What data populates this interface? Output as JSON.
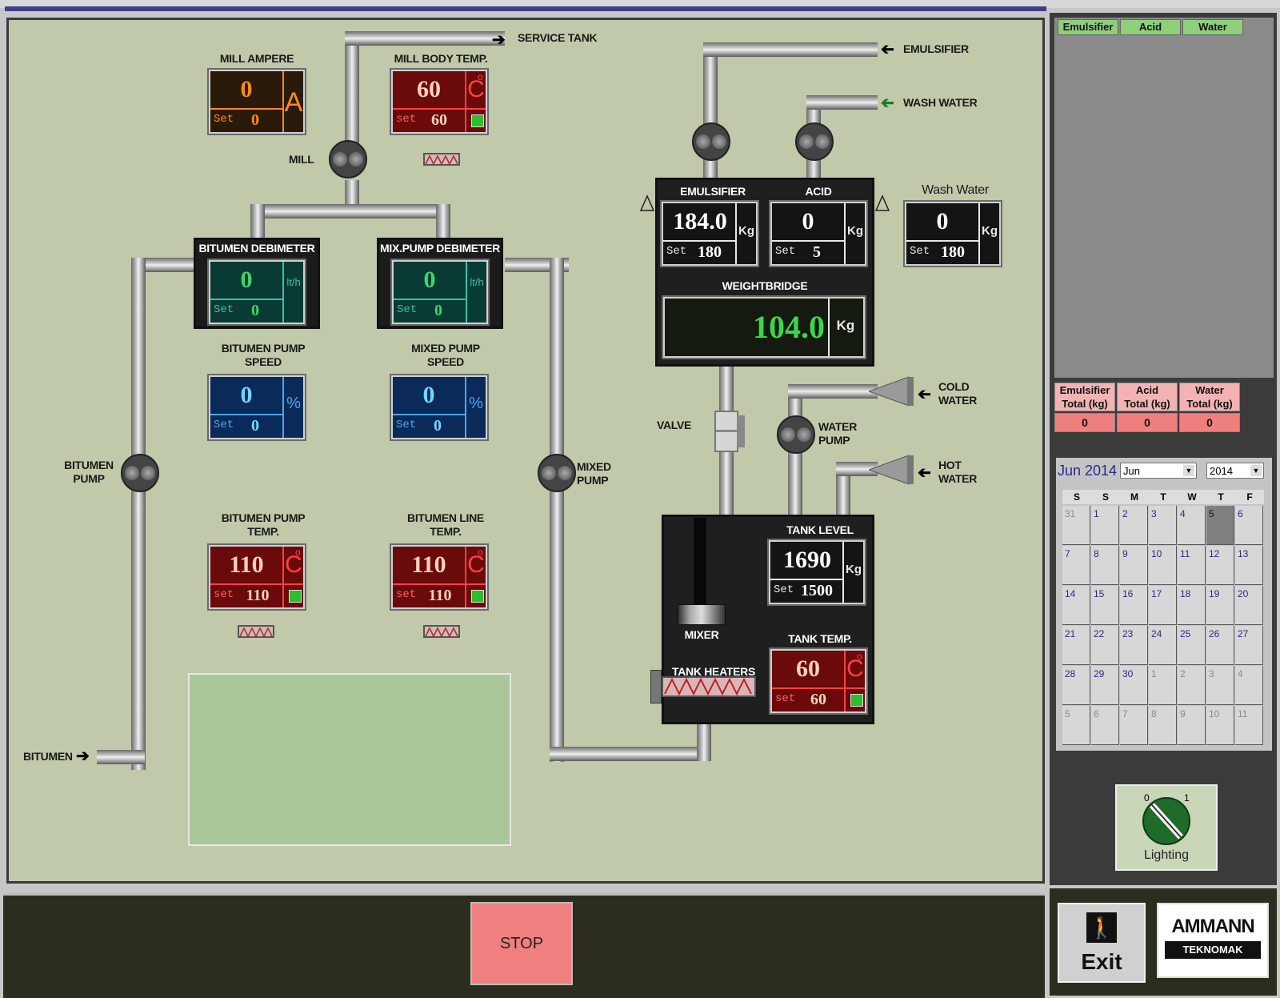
{
  "main": {
    "labels": {
      "mill_ampere": "MILL AMPERE",
      "mill_body_temp": "MILL BODY TEMP.",
      "service_tank": "SERVICE TANK",
      "mill": "MILL",
      "emulsifier_in": "EMULSIFIER",
      "wash_water_in": "WASH WATER",
      "bitumen_debimeter": "BITUMEN DEBIMETER",
      "mix_pump_debimeter": "MIX.PUMP DEBIMETER",
      "bitumen_pump_speed": "BITUMEN PUMP\nSPEED",
      "mixed_pump_speed": "MIXED PUMP\nSPEED",
      "bitumen_pump": "BITUMEN\nPUMP",
      "mixed_pump": "MIXED\nPUMP",
      "bitumen_pump_temp": "BITUMEN PUMP\nTEMP.",
      "bitumen_line_temp": "BITUMEN LINE\nTEMP.",
      "bitumen_in": "BITUMEN",
      "valve": "VALVE",
      "water_pump": "WATER\nPUMP",
      "cold_water": "COLD\nWATER",
      "hot_water": "HOT\nWATER",
      "mixer": "MIXER",
      "tank_heaters": "TANK HEATERS"
    },
    "mill_ampere": {
      "value": "0",
      "set_label": "Set",
      "set": "0",
      "unit": "A"
    },
    "mill_body_temp": {
      "value": "60",
      "set_label": "set",
      "set": "60",
      "unit": "C",
      "deg": "o"
    },
    "bitumen_debimeter": {
      "value": "0",
      "set_label": "Set",
      "set": "0",
      "unit": "lt/h"
    },
    "mix_pump_debimeter": {
      "value": "0",
      "set_label": "Set",
      "set": "0",
      "unit": "lt/h"
    },
    "bitumen_pump_speed": {
      "value": "0",
      "set_label": "Set",
      "set": "0",
      "unit": "%"
    },
    "mixed_pump_speed": {
      "value": "0",
      "set_label": "Set",
      "set": "0",
      "unit": "%"
    },
    "bitumen_pump_temp": {
      "value": "110",
      "set_label": "set",
      "set": "110",
      "unit": "C",
      "deg": "o"
    },
    "bitumen_line_temp": {
      "value": "110",
      "set_label": "set",
      "set": "110",
      "unit": "C",
      "deg": "o"
    },
    "weigh_unit": {
      "emulsifier_title": "EMULSIFIER",
      "acid_title": "ACID",
      "weightbridge_title": "WEIGHTBRIDGE",
      "emulsifier": {
        "value": "184.0",
        "set_label": "Set",
        "set": "180",
        "unit": "Kg"
      },
      "acid": {
        "value": "0",
        "set_label": "Set",
        "set": "5",
        "unit": "Kg"
      },
      "weightbridge": {
        "value": "104.0",
        "unit": "Kg"
      }
    },
    "wash_water": {
      "title": "Wash Water",
      "value": "0",
      "set_label": "Set",
      "set": "180",
      "unit": "Kg"
    },
    "tank": {
      "level_title": "TANK LEVEL",
      "level": {
        "value": "1690",
        "set_label": "Set",
        "set": "1500",
        "unit": "Kg"
      },
      "temp_title": "TANK TEMP.",
      "temp": {
        "value": "60",
        "set_label": "set",
        "set": "60",
        "unit": "C",
        "deg": "o"
      }
    }
  },
  "sidebar": {
    "tabs": [
      "Emulsifier",
      "Acid",
      "Water"
    ],
    "totals": [
      {
        "label": "Emulsifier\nTotal (kg)",
        "value": "0"
      },
      {
        "label": "Acid\nTotal (kg)",
        "value": "0"
      },
      {
        "label": "Water\nTotal (kg)",
        "value": "0"
      }
    ],
    "calendar": {
      "title": "Jun 2014",
      "month_select": "Jun",
      "year_select": "2014",
      "weekdays": [
        "S",
        "S",
        "M",
        "T",
        "W",
        "T",
        "F"
      ],
      "weeks": [
        [
          "31",
          "1",
          "2",
          "3",
          "4",
          "5",
          "6"
        ],
        [
          "7",
          "8",
          "9",
          "10",
          "11",
          "12",
          "13"
        ],
        [
          "14",
          "15",
          "16",
          "17",
          "18",
          "19",
          "20"
        ],
        [
          "21",
          "22",
          "23",
          "24",
          "25",
          "26",
          "27"
        ],
        [
          "28",
          "29",
          "30",
          "1",
          "2",
          "3",
          "4"
        ],
        [
          "5",
          "6",
          "7",
          "8",
          "9",
          "10",
          "11"
        ]
      ],
      "today": "5"
    },
    "lighting": {
      "label": "Lighting",
      "off": "0",
      "on": "1"
    }
  },
  "bottom": {
    "stop_label": "STOP",
    "exit_label": "Exit",
    "logo_top": "AMMANN",
    "logo_bottom": "TEKNOMAK"
  },
  "colors": {
    "panel_bg": "#c0c9aa",
    "stop_button": "#f08080",
    "green_tab": "#8dcf7a",
    "total_value": "#ef7f7f"
  }
}
